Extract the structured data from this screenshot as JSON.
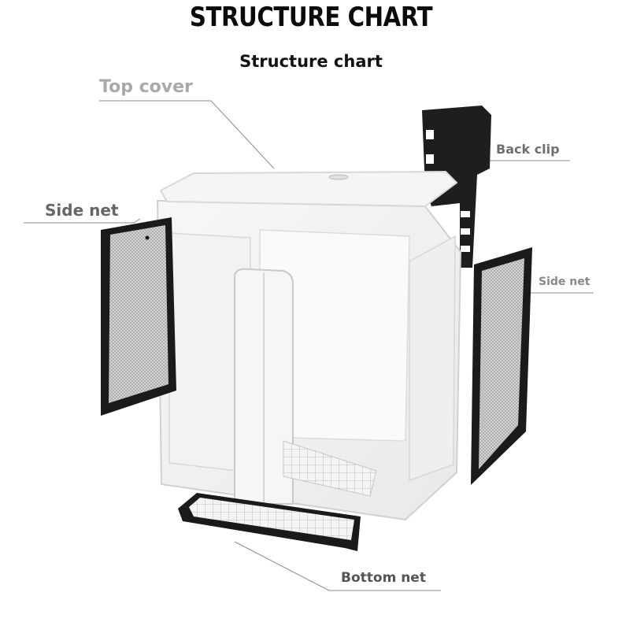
{
  "header": {
    "title": "STRUCTURE CHART",
    "subtitle": "Structure chart"
  },
  "labels": {
    "top_cover": "Top cover",
    "back_clip": "Back clip",
    "side_net_left": "Side net",
    "side_net_right": "Side net",
    "bottom_net": "Bottom net"
  },
  "colors": {
    "accent": "#111111",
    "label_gray": "#888888",
    "net_frame": "#1a1a1a"
  }
}
